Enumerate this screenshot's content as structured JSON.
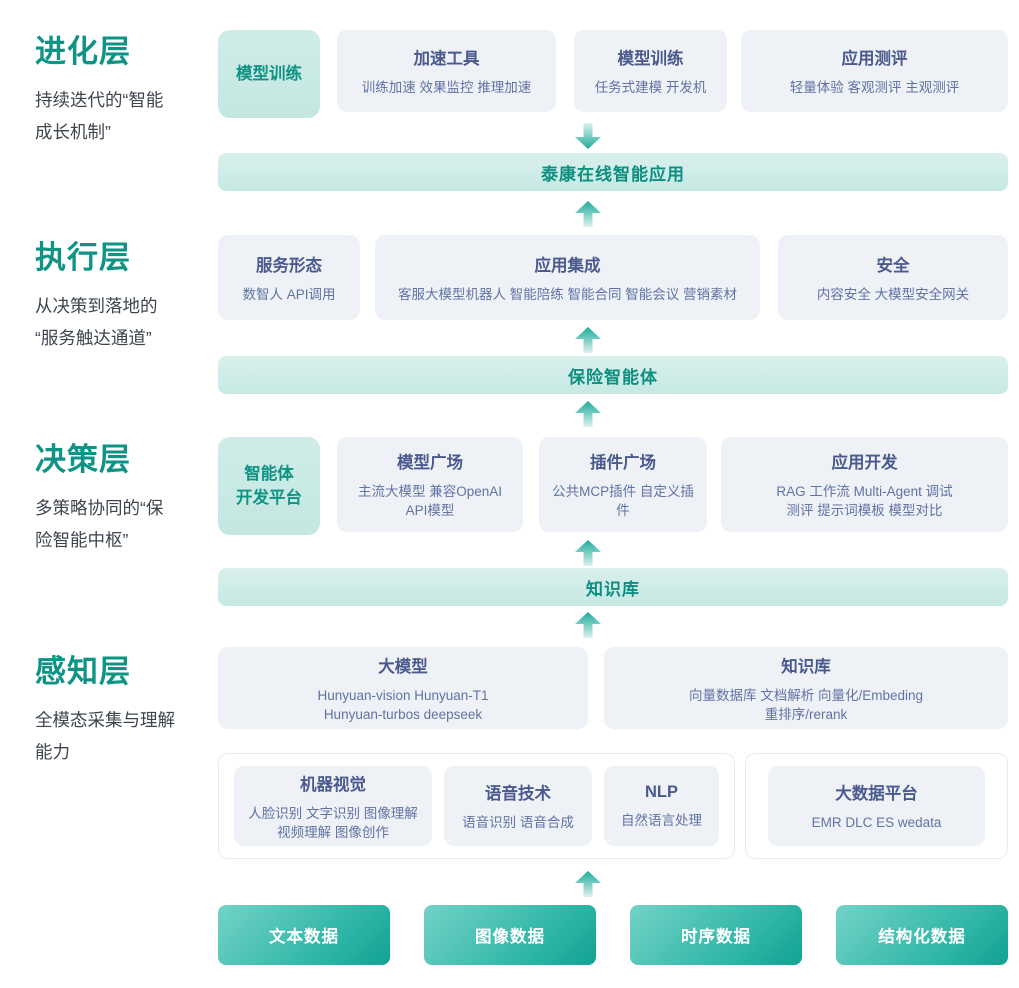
{
  "colors": {
    "accent_teal": "#0E9384",
    "desc_text": "#3E454E",
    "gray_box_bg": "#EEF1F6",
    "gray_box_title": "#4A5A8E",
    "gray_box_items": "#6173A4",
    "teal_box_bg": "#C9E9E4",
    "teal_bar_bg": "#CFEBE7",
    "teal_bar_text": "#0C8F81",
    "data_bar_gradient_start": "#73D3C7",
    "data_bar_gradient_end": "#12A192",
    "data_bar_text": "#FFFFFF"
  },
  "sections": {
    "evolution": {
      "label": "进化层",
      "desc": [
        "持续迭代的“智能",
        "成长机制”"
      ],
      "teal_box": {
        "lines": [
          "模型训练"
        ]
      },
      "boxes": [
        {
          "title": "加速工具",
          "items": [
            "训练加速 效果监控 推理加速"
          ]
        },
        {
          "title": "模型训练",
          "items": [
            "任务式建模 开发机"
          ]
        },
        {
          "title": "应用测评",
          "items": [
            "轻量体验 客观测评 主观测评"
          ]
        }
      ]
    },
    "execution": {
      "label": "执行层",
      "desc": [
        "从决策到落地的",
        "“服务触达通道”"
      ],
      "boxes": [
        {
          "title": "服务形态",
          "items": [
            "数智人 API调用"
          ]
        },
        {
          "title": "应用集成",
          "items": [
            "客服大模型机器人 智能陪练 智能合同 智能会议 营销素材"
          ]
        },
        {
          "title": "安全",
          "items": [
            "内容安全 大模型安全网关"
          ]
        }
      ]
    },
    "decision": {
      "label": "决策层",
      "desc": [
        "多策略协同的“保",
        "险智能中枢”"
      ],
      "teal_box": {
        "lines": [
          "智能体",
          "开发平台"
        ]
      },
      "boxes": [
        {
          "title": "模型广场",
          "items": [
            "主流大模型  兼容OpenAI",
            "API模型"
          ]
        },
        {
          "title": "插件广场",
          "items": [
            "公共MCP插件 自定义插件"
          ]
        },
        {
          "title": "应用开发",
          "items": [
            "RAG 工作流 Multi-Agent 调试",
            "测评 提示词模板 模型对比"
          ]
        }
      ]
    },
    "perception": {
      "label": "感知层",
      "desc": [
        "全模态采集与理解",
        "能力"
      ],
      "boxes": [
        {
          "title": "大模型",
          "items": [
            "Hunyuan-vision Hunyuan-T1",
            "Hunyuan-turbos deepseek"
          ]
        },
        {
          "title": "知识库",
          "items": [
            "向量数据库 文档解析 向量化/Embeding",
            "重排序/rerank"
          ]
        }
      ],
      "ai_boxes": [
        {
          "title": "机器视觉",
          "items": [
            "人脸识别 文字识别 图像理解",
            "视频理解 图像创作"
          ]
        },
        {
          "title": "语音技术",
          "items": [
            "语音识别 语音合成"
          ]
        },
        {
          "title": "NLP",
          "items": [
            "自然语言处理"
          ]
        }
      ],
      "bigdata_box": {
        "title": "大数据平台",
        "items": [
          "EMR DLC ES wedata"
        ]
      }
    }
  },
  "bars": {
    "app": "泰康在线智能应用",
    "agent": "保险智能体",
    "knowledge": "知识库"
  },
  "data_bars": [
    "文本数据",
    "图像数据",
    "时序数据",
    "结构化数据"
  ]
}
